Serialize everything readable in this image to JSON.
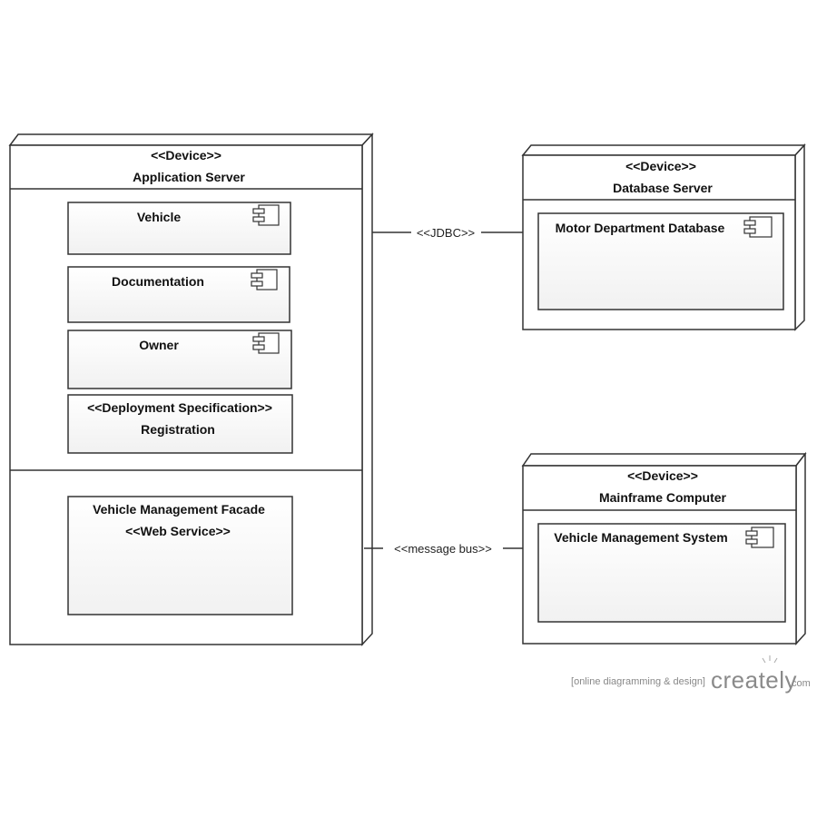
{
  "nodes": {
    "app_server": {
      "stereotype": "<<Device>>",
      "name": "Application Server",
      "components": {
        "vehicle": "Vehicle",
        "documentation": "Documentation",
        "owner": "Owner"
      },
      "deployment_spec": {
        "stereotype": "<<Deployment Specification>>",
        "name": "Registration"
      },
      "facade": {
        "name": "Vehicle Management Facade",
        "stereotype": "<<Web Service>>"
      }
    },
    "db_server": {
      "stereotype": "<<Device>>",
      "name": "Database Server",
      "component": "Motor Department Database"
    },
    "mainframe": {
      "stereotype": "<<Device>>",
      "name": "Mainframe Computer",
      "component": "Vehicle Management System"
    }
  },
  "connections": {
    "jdbc": "<<JDBC>>",
    "message_bus": "<<message bus>>"
  },
  "watermark": {
    "tagline": "[online diagramming & design]",
    "brand": "creately",
    "suffix": ".com"
  },
  "colors": {
    "stroke": "#333333",
    "fill": "#ffffff",
    "watermark": "#8a8a8a"
  }
}
